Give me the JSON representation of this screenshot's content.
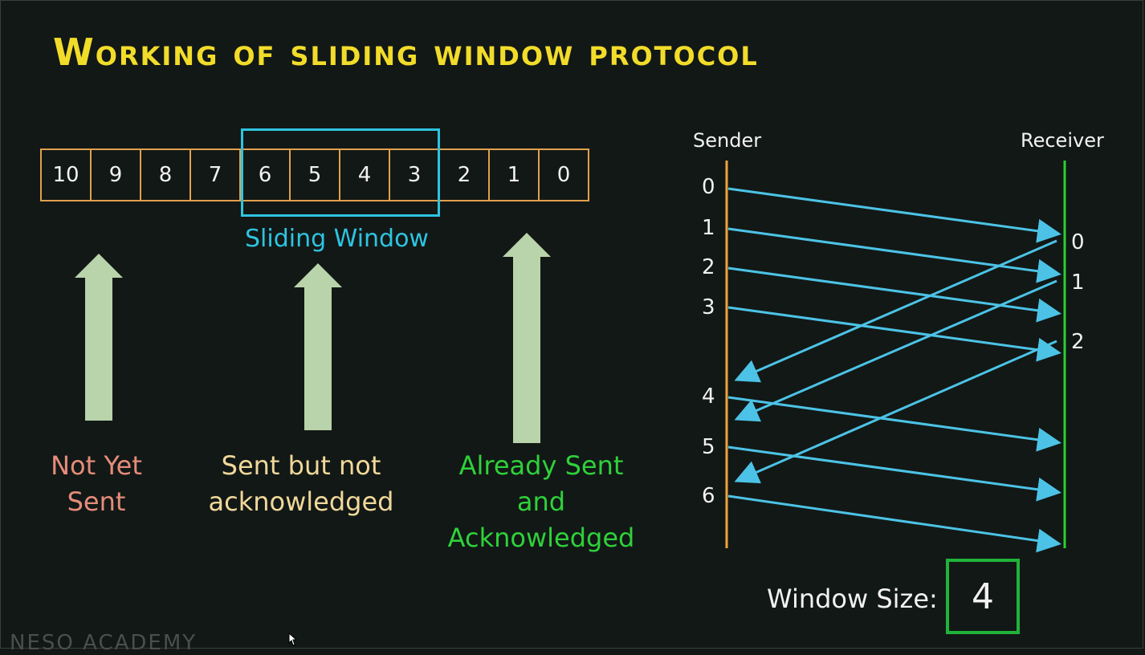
{
  "title": "Working of sliding window protocol",
  "frames": [
    "10",
    "9",
    "8",
    "7",
    "6",
    "5",
    "4",
    "3",
    "2",
    "1",
    "0"
  ],
  "window_label": "Sliding Window",
  "categories": [
    {
      "label_line1": "Not Yet",
      "label_line2": "Sent",
      "label_line3": "",
      "color": "#e58c7a"
    },
    {
      "label_line1": "Sent but not",
      "label_line2": "acknowledged",
      "label_line3": "",
      "color": "#f1d89a"
    },
    {
      "label_line1": "Already Sent",
      "label_line2": "and",
      "label_line3": "Acknowledged",
      "color": "#2fd13a"
    }
  ],
  "diagram": {
    "sender_label": "Sender",
    "receiver_label": "Receiver",
    "sender_numbers": [
      "0",
      "1",
      "2",
      "3",
      "4",
      "5",
      "6"
    ],
    "receiver_numbers": [
      "0",
      "1",
      "2"
    ],
    "sender_color": "#f0a33c",
    "receiver_color": "#2bd12f",
    "arrow_color": "#4cc3e6"
  },
  "window_size_label": "Window Size:",
  "window_size_value": "4",
  "watermark": "NESO ACADEMY"
}
